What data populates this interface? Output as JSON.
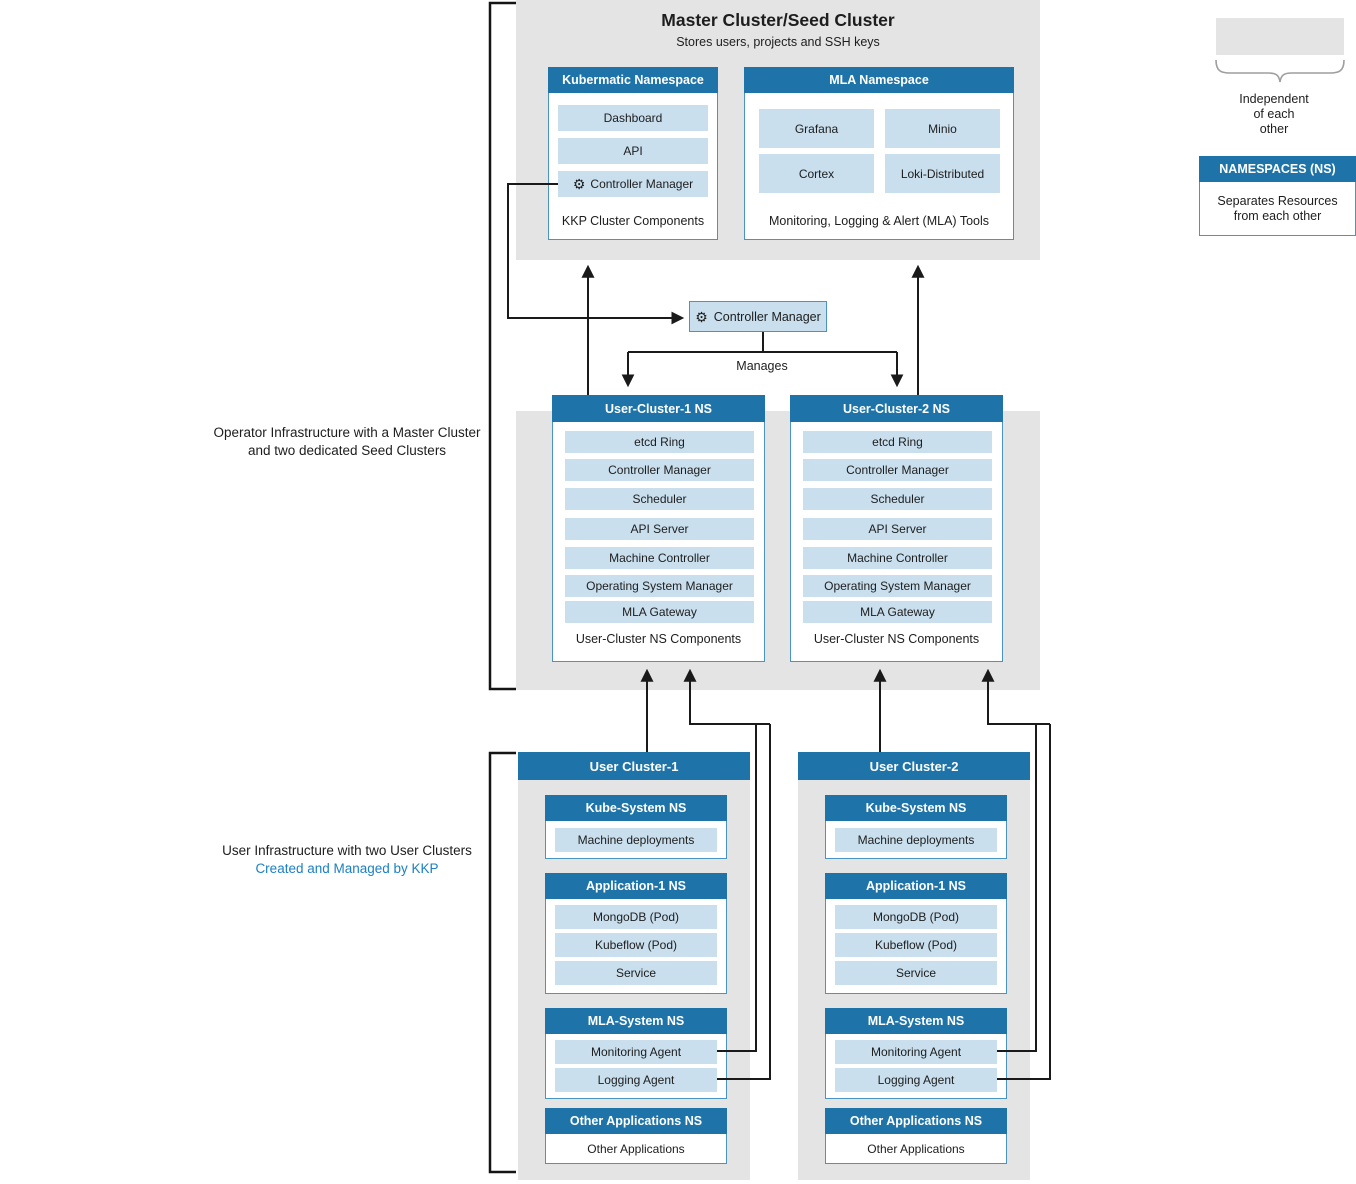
{
  "colors": {
    "header_blue": "#1e73a8",
    "pill_blue": "#c9dfee",
    "panel_border_blue": "#4a94c5",
    "section_gray": "#e4e4e4",
    "line_black": "#1a1a1a",
    "link_blue": "#1b80c4",
    "brace_gray": "#9e9e9e"
  },
  "icons": {
    "gear": "⚙"
  },
  "master": {
    "title": "Master Cluster/Seed Cluster",
    "subtitle": "Stores users, projects and SSH keys",
    "kubermatic_ns": {
      "header": "Kubermatic Namespace",
      "items": [
        "Dashboard",
        "API",
        "Controller Manager"
      ],
      "footer": "KKP Cluster Components"
    },
    "mla_ns": {
      "header": "MLA Namespace",
      "items": [
        "Grafana",
        "Minio",
        "Cortex",
        "Loki-Distributed"
      ],
      "footer": "Monitoring, Logging & Alert (MLA) Tools"
    }
  },
  "legend": {
    "independent_lines": [
      "Independent",
      "of each",
      "other"
    ],
    "namespaces": {
      "header": "NAMESPACES (NS)",
      "body": [
        "Separates Resources",
        "from each other"
      ]
    }
  },
  "connector": {
    "controller_manager_label": "Controller Manager",
    "manages_label": "Manages"
  },
  "side_labels": {
    "operator": [
      "Operator Infrastructure with a Master Cluster",
      "and two dedicated Seed Clusters"
    ],
    "user": [
      "User Infrastructure with two User Clusters",
      "Created and Managed by KKP"
    ]
  },
  "seed": {
    "columns": [
      {
        "header": "User-Cluster-1 NS",
        "items": [
          "etcd Ring",
          "Controller Manager",
          "Scheduler",
          "API Server",
          "Machine Controller",
          "Operating System Manager",
          "MLA Gateway"
        ],
        "footer": "User-Cluster NS Components"
      },
      {
        "header": "User-Cluster-2 NS",
        "items": [
          "etcd Ring",
          "Controller Manager",
          "Scheduler",
          "API Server",
          "Machine Controller",
          "Operating System Manager",
          "MLA Gateway"
        ],
        "footer": "User-Cluster NS Components"
      }
    ]
  },
  "user_clusters": [
    {
      "header": "User Cluster-1",
      "namespaces": [
        {
          "header": "Kube-System NS",
          "items": [
            "Machine deployments"
          ]
        },
        {
          "header": "Application-1 NS",
          "items": [
            "MongoDB (Pod)",
            "Kubeflow (Pod)",
            "Service"
          ]
        },
        {
          "header": "MLA-System NS",
          "items": [
            "Monitoring Agent",
            "Logging Agent"
          ]
        },
        {
          "header": "Other Applications NS",
          "items": [
            "Other Applications"
          ]
        }
      ]
    },
    {
      "header": "User Cluster-2",
      "namespaces": [
        {
          "header": "Kube-System NS",
          "items": [
            "Machine deployments"
          ]
        },
        {
          "header": "Application-1 NS",
          "items": [
            "MongoDB (Pod)",
            "Kubeflow (Pod)",
            "Service"
          ]
        },
        {
          "header": "MLA-System NS",
          "items": [
            "Monitoring Agent",
            "Logging Agent"
          ]
        },
        {
          "header": "Other Applications NS",
          "items": [
            "Other Applications"
          ]
        }
      ]
    }
  ]
}
